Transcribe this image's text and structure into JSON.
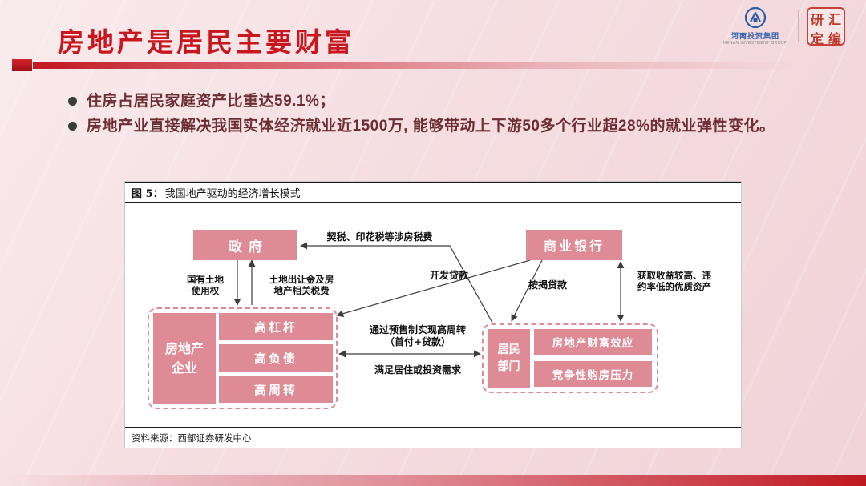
{
  "slide": {
    "title": "房地产是居民主要财富",
    "bullets": [
      "住房占居民家庭资产比重达59.1%；",
      "房地产业直接解决我国实体经济就业近1500万, 能够带动上下游50多个行业超28%的就业弹性变化。"
    ]
  },
  "header_logos": {
    "company_name": "河南投资集团",
    "company_sub": "HENAN INVESTMENT GROUP",
    "seal_chars": [
      "研",
      "汇",
      "定",
      "编"
    ]
  },
  "figure": {
    "caption_prefix": "图 5：",
    "caption_text": "我国地产驱动的经济增长模式",
    "source": "资料来源：西部证券研发中心"
  },
  "diagram": {
    "government": "政府",
    "bank": "商业银行",
    "developer": {
      "name_line1": "房地产",
      "name_line2": "企业",
      "items": [
        "高杠杆",
        "高负债",
        "高周转"
      ]
    },
    "household": {
      "name_line1": "居民",
      "name_line2": "部门",
      "items": [
        "房地产财富效应",
        "竞争性购房压力"
      ]
    },
    "edge_labels": {
      "housing_taxes": "契税、印花税等涉房税费",
      "land_use_line1": "国有土地",
      "land_use_line2": "使用权",
      "land_fee_line1": "土地出让金及房",
      "land_fee_line2": "地产相关税费",
      "dev_loan": "开发贷款",
      "mortgage": "按揭贷款",
      "asset_line1": "获取收益较高、违",
      "asset_line2": "约率低的优质资产",
      "presale_line1": "通过预售制实现高周转",
      "presale_line2": "（首付+贷款）",
      "demand": "满足居住或投资需求"
    },
    "colors": {
      "box_pink": "#de8b95",
      "accent_red": "#c8161e"
    }
  }
}
